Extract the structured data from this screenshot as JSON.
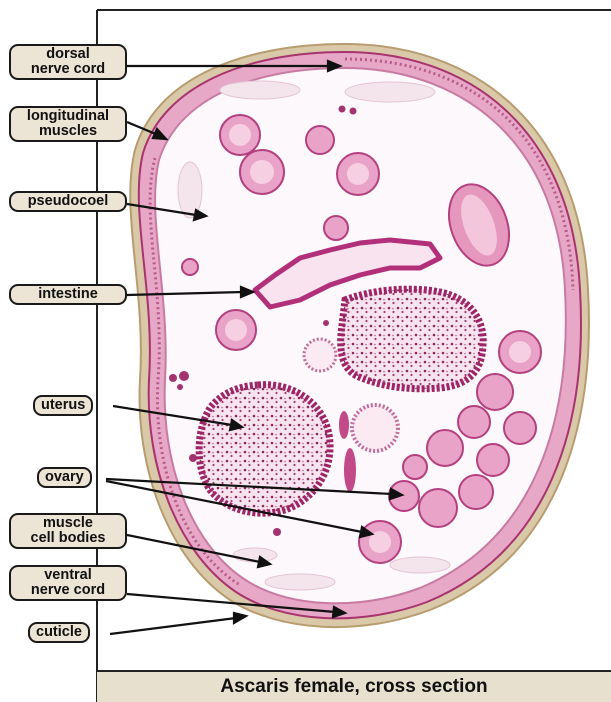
{
  "labels": {
    "dorsal_nerve_cord": [
      "dorsal",
      "nerve cord"
    ],
    "longitudinal_muscles": [
      "longitudinal",
      "muscles"
    ],
    "pseudocoel": [
      "pseudocoel"
    ],
    "intestine": [
      "intestine"
    ],
    "uterus": [
      "uterus"
    ],
    "ovary": [
      "ovary"
    ],
    "muscle_cell_bodies": [
      "muscle",
      "cell bodies"
    ],
    "ventral_nerve_cord": [
      "ventral",
      "nerve cord"
    ],
    "cuticle": [
      "cuticle"
    ]
  },
  "caption": "Ascaris female, cross section",
  "colors": {
    "tissue_pink": "#f3c8dc",
    "tissue_magenta": "#b2307a",
    "cuticle": "#d8c7a8",
    "label_fill": "#ece4d4",
    "caption_fill": "#e8e0cf"
  }
}
